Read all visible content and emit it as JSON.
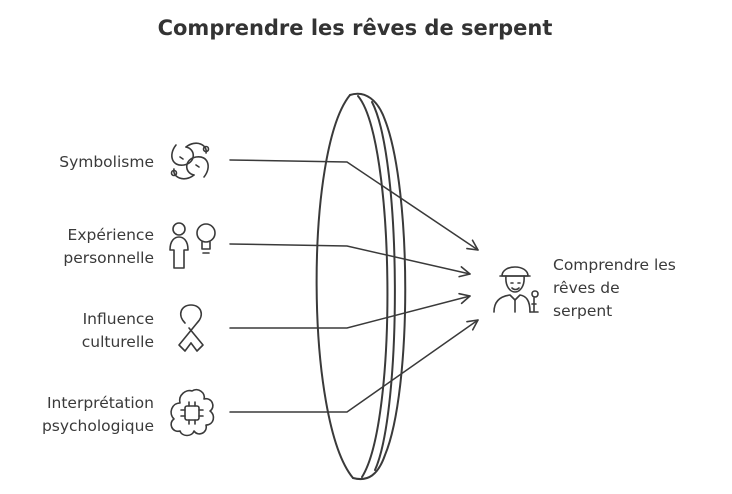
{
  "title": "Comprendre les rêves de serpent",
  "inputs": [
    {
      "lines": [
        "Symbolisme"
      ],
      "icon": "snake-knot-icon"
    },
    {
      "lines": [
        "Expérience",
        "personnelle"
      ],
      "icon": "person-lightbulb-icon"
    },
    {
      "lines": [
        "Influence",
        "culturelle"
      ],
      "icon": "ribbon-icon"
    },
    {
      "lines": [
        "Interprétation",
        "psychologique"
      ],
      "icon": "brain-chip-icon"
    }
  ],
  "output": {
    "lines": [
      "Comprendre les",
      "rêves de",
      "serpent"
    ],
    "icon": "worker-icon"
  },
  "colors": {
    "stroke": "#3a3a3a",
    "text": "#3a3a3a"
  }
}
